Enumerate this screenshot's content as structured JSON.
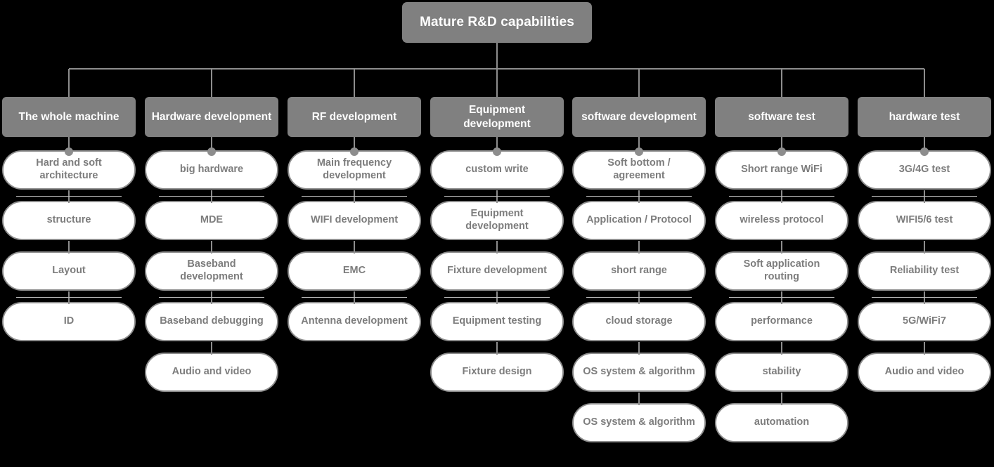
{
  "diagram": {
    "type": "org-tree",
    "background_color": "#000000",
    "node_fill": "#808080",
    "node_text_color": "#ffffff",
    "leaf_fill": "#ffffff",
    "leaf_border_color": "#8d8d8d",
    "leaf_text_color": "#7d7d7d",
    "connector_color": "#8d8d8d"
  },
  "root": {
    "label": "Mature R&D capabilities"
  },
  "columns": [
    {
      "header": "The whole machine",
      "items": [
        "Hard and soft architecture",
        "structure",
        "Layout",
        "ID"
      ]
    },
    {
      "header": "Hardware development",
      "items": [
        "big hardware",
        "MDE",
        "Baseband development",
        "Baseband debugging",
        "Audio and video"
      ]
    },
    {
      "header": "RF development",
      "items": [
        "Main frequency development",
        "WIFI development",
        "EMC",
        "Antenna development"
      ]
    },
    {
      "header": "Equipment development",
      "items": [
        "custom write",
        "Equipment development",
        "Fixture development",
        "Equipment testing",
        "Fixture design"
      ]
    },
    {
      "header": "software development",
      "items": [
        "Soft bottom / agreement",
        "Application / Protocol",
        "short range",
        "cloud storage",
        "OS system & algorithm",
        "OS system & algorithm"
      ]
    },
    {
      "header": "software test",
      "items": [
        "Short range WiFi",
        "wireless protocol",
        "Soft application routing",
        "performance",
        "stability",
        "automation"
      ]
    },
    {
      "header": "hardware test",
      "items": [
        "3G/4G test",
        "WIFI5/6 test",
        "Reliability test",
        "5G/WiFi7",
        "Audio and video"
      ]
    }
  ]
}
